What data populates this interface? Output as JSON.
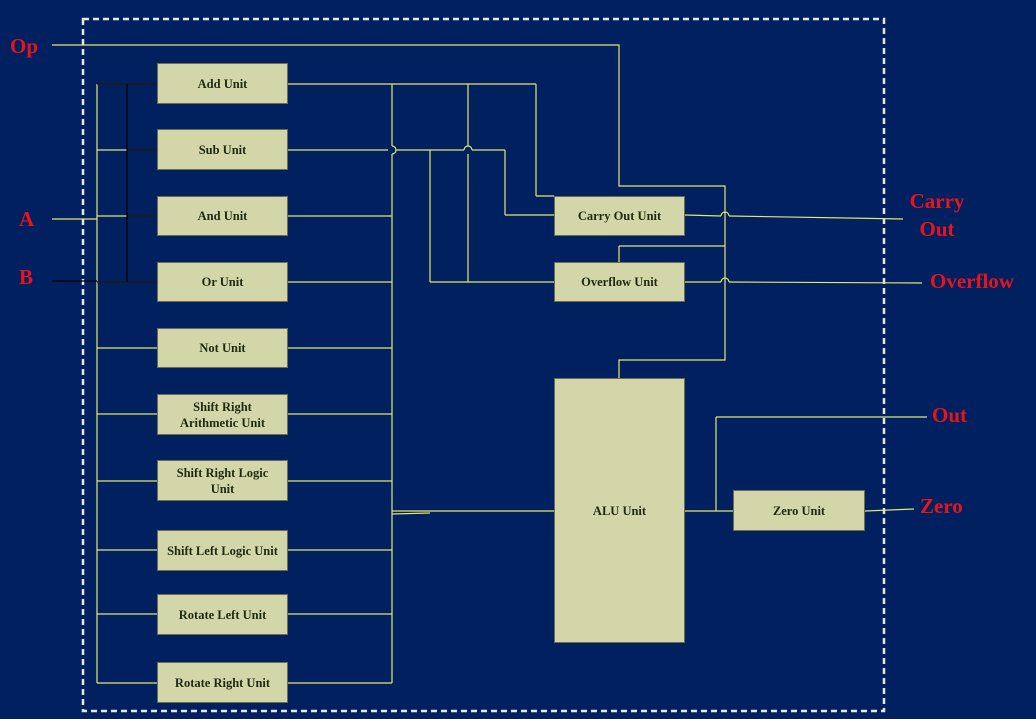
{
  "ports": {
    "op": "Op",
    "a": "A",
    "b": "B",
    "carry_out_line1": "Carry",
    "carry_out_line2": "Out",
    "overflow": "Overflow",
    "out": "Out",
    "zero": "Zero"
  },
  "units": {
    "add": "Add Unit",
    "sub": "Sub Unit",
    "and": "And Unit",
    "or": "Or Unit",
    "not": "Not Unit",
    "sra_line1": "Shift Right",
    "sra_line2": "Arithmetic Unit",
    "srl_line1": "Shift Right Logic",
    "srl_line2": "Unit",
    "sll": "Shift Left Logic Unit",
    "rotl": "Rotate Left Unit",
    "rotr": "Rotate Right Unit",
    "carry_out": "Carry Out Unit",
    "overflow": "Overflow Unit",
    "alu": "ALU Unit",
    "zero": "Zero Unit"
  },
  "colors": {
    "background": "#012060",
    "wire": "#e2e86a",
    "wire_dark": "#000000",
    "box_fill": "#d3d6a8",
    "port_label": "#e8141c",
    "dashed_border": "#e6e6e6"
  }
}
